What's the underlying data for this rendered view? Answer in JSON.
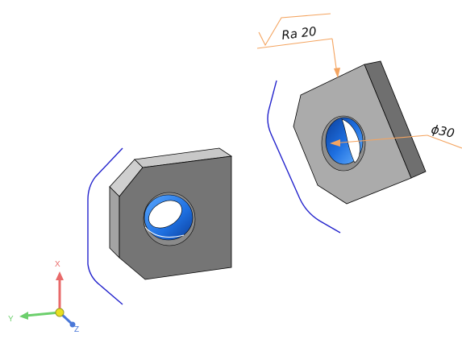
{
  "viewport": {
    "background": "#ffffff"
  },
  "annotations": {
    "roughness_label": "Ra 20",
    "diameter_label": "ϕ30",
    "leader_color": "#f4a460"
  },
  "triad": {
    "x_label": "X",
    "y_label": "Y",
    "z_label": "Z",
    "x_color": "#e86a6a",
    "y_color": "#6ccf6c",
    "z_color": "#4a78d8"
  },
  "parts": {
    "face_dark": "#757575",
    "face_light": "#a9a9a9",
    "hole_blue": "#1e6fe0",
    "curve_color": "#2222cc"
  }
}
